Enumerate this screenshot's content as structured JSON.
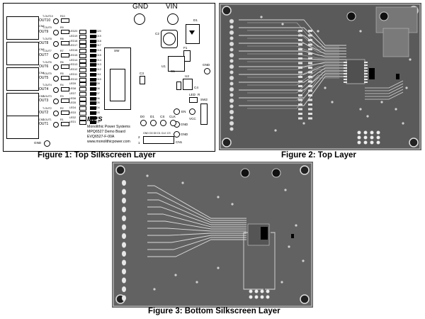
{
  "captions": {
    "fig1": "Figure 1: Top Silkscreen Layer",
    "fig2": "Figure 2: Top Layer",
    "fig3": "Figure 3: Bottom Silkscreen Layer"
  },
  "silkscreen": {
    "gnd_header": "GND",
    "vin_header": "VIN",
    "outputs": [
      "OUT10",
      "OUT9",
      "OUT8",
      "OUT7",
      "OUT6",
      "OUT5",
      "OUT4",
      "OUT3",
      "OUT2",
      "OUT1"
    ],
    "output_test_points": [
      "T-OUT10",
      "T-OUT9",
      "T-OUT8",
      "T-OUT7",
      "T-OUT6",
      "T-OUT5",
      "T-OUT4",
      "T-OUT3",
      "T-OUT2",
      "T-OUT1"
    ],
    "resistors": [
      "R10",
      "R9",
      "R8",
      "R7",
      "R6",
      "R5",
      "R4",
      "R3",
      "R2",
      "R1"
    ],
    "connectors": [
      "CN6",
      "CN5",
      "CN4",
      "CN3",
      "CN2"
    ],
    "led_labels": [
      "LED20",
      "LED19",
      "LED18",
      "LED17",
      "LED16",
      "LED15",
      "LED14",
      "LED13",
      "LED12",
      "LED11",
      "LED10",
      "LED9",
      "LED8",
      "LED7",
      "LED6",
      "LED5",
      "LED4",
      "LED3",
      "LED2",
      "LED1"
    ],
    "diode_labels": [
      "D20",
      "D19",
      "D18",
      "D17",
      "D16",
      "D15",
      "D14",
      "D13",
      "D12",
      "D11",
      "D10",
      "D9",
      "D8",
      "D7",
      "D6",
      "D5",
      "D4",
      "D3",
      "D2",
      "D1"
    ],
    "component_labels": {
      "sw": "SW",
      "c2": "C2",
      "c3": "C3",
      "c1": "C1",
      "u1": "U1",
      "d1": "D1",
      "f1": "F1",
      "u2": "U2",
      "r": "R",
      "led_small": "LED",
      "sw2": "SW2",
      "cn1": "CN1",
      "c4": "C4"
    },
    "signal_labels": {
      "gnd1": "GND",
      "gnd2": "GND",
      "gnd3": "GND",
      "vcc": "VCC",
      "en": "EN",
      "d0": "D0",
      "d1": "D1",
      "cs": "CS",
      "clk": "CLK",
      "pin2": "2",
      "pin1": "1",
      "header_pins": "GND D0 D0 D1 CLK CS"
    },
    "logo": "MPS",
    "company": "Monolithic Power Systems",
    "board_name": "MPQ6527 Demo Board",
    "board_id": "EVQ6527-F-00A",
    "website": "www.monolithicpower.com"
  }
}
